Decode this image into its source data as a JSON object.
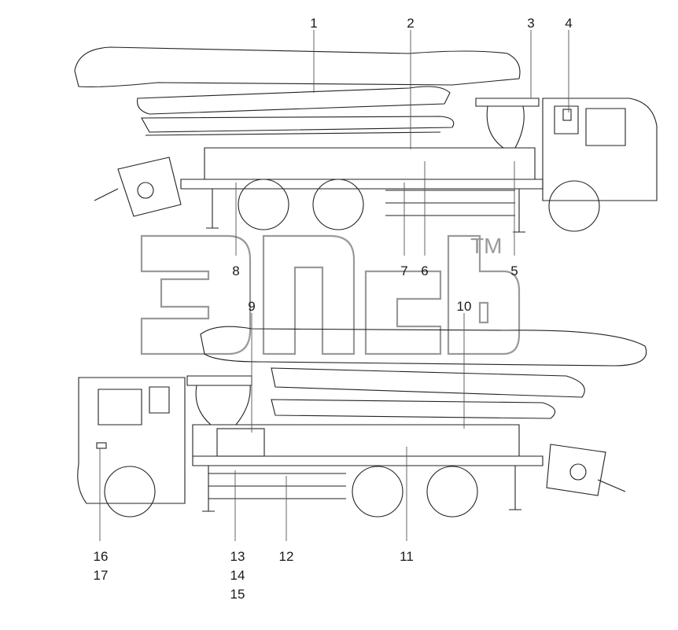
{
  "diagram": {
    "watermark_trademark": "TM",
    "callouts_top": [
      "1",
      "2",
      "3",
      "4",
      "5",
      "6",
      "7",
      "8"
    ],
    "callouts_mid": [
      "9",
      "10"
    ],
    "callouts_bottom": [
      "11",
      "12",
      "13",
      "14",
      "15",
      "16",
      "17"
    ]
  }
}
